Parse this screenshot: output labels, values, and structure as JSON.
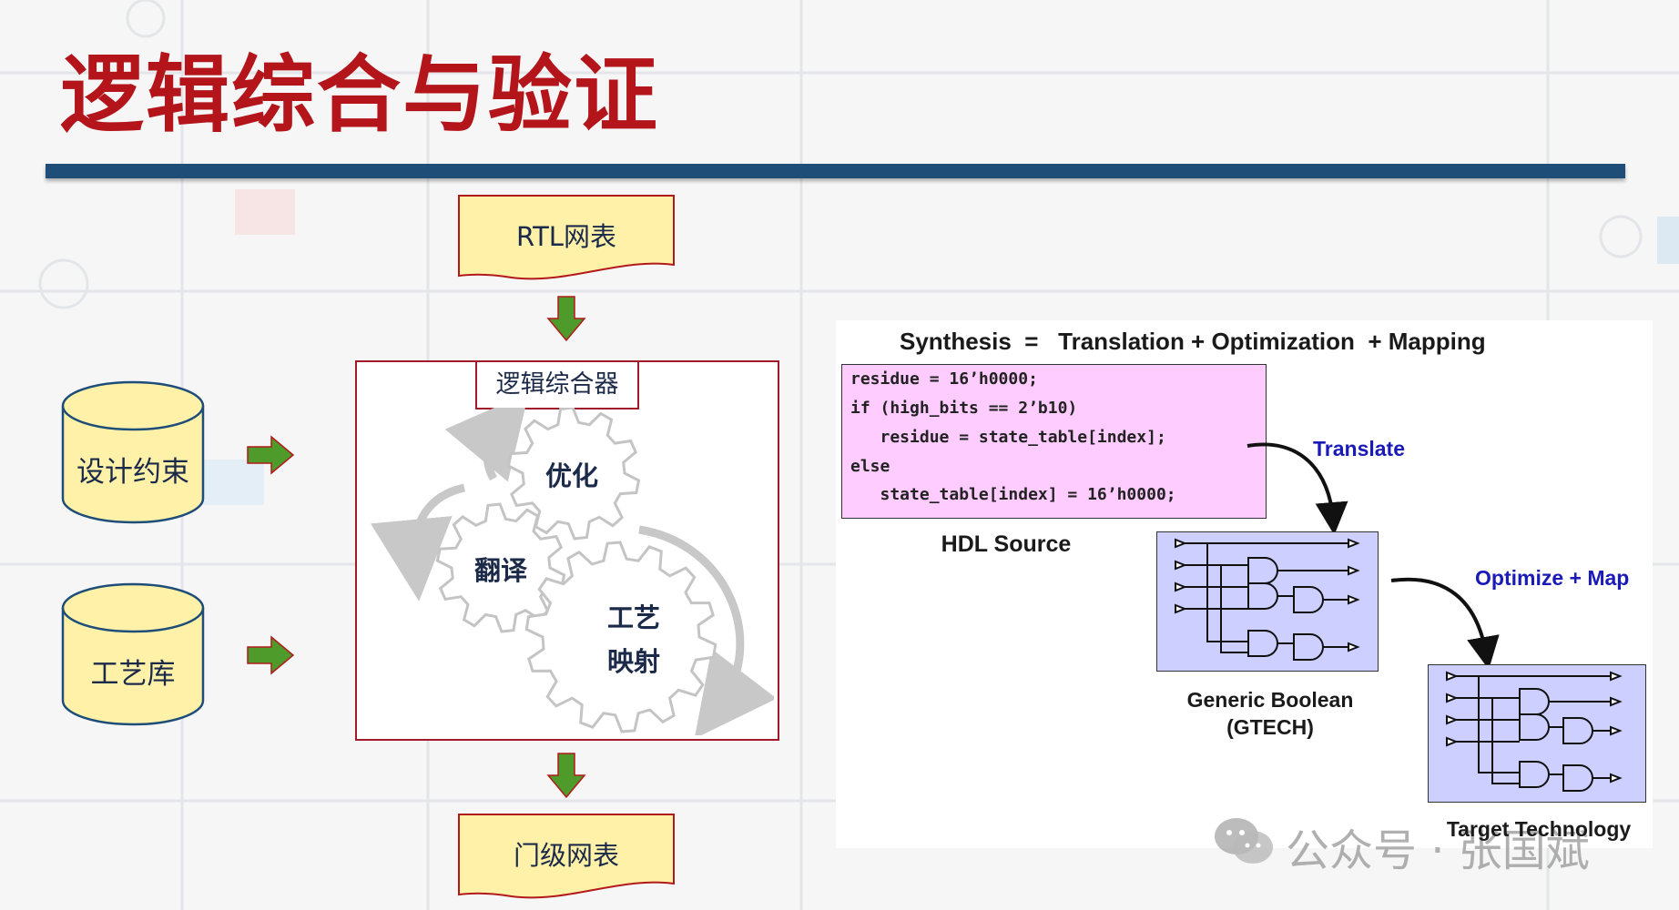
{
  "title": "逻辑综合与验证",
  "flow": {
    "rtl_netlist": "RTL网表",
    "synthesizer": "逻辑综合器",
    "gate_netlist": "门级网表",
    "constraints": "设计约束",
    "library": "工艺库",
    "gear_optimize": "优化",
    "gear_translate": "翻译",
    "gear_mapping_line1": "工艺",
    "gear_mapping_line2": "映射"
  },
  "diagram": {
    "formula": "Synthesis  =   Translation + Optimization  + Mapping",
    "hdl_code": [
      "residue = 16’h0000;",
      "if (high_bits == 2’b10)",
      "   residue = state_table[index];",
      "else",
      "   state_table[index] = 16’h0000;"
    ],
    "hdl_caption": "HDL Source",
    "translate_label": "Translate",
    "optimize_map_label": "Optimize + Map",
    "gtech_caption_line1": "Generic Boolean",
    "gtech_caption_line2": "(GTECH)",
    "target_caption": "Target Technology"
  },
  "watermark": "公众号 · 张国斌",
  "colors": {
    "title_red": "#b3151b",
    "bar_blue": "#1e4d78",
    "doc_yellow": "#fff2a8",
    "arrow_green": "#4e9a2a",
    "hdl_pink": "#ffccff",
    "circuit_lavender": "#cccfff",
    "label_blue": "#1a1ab8"
  }
}
